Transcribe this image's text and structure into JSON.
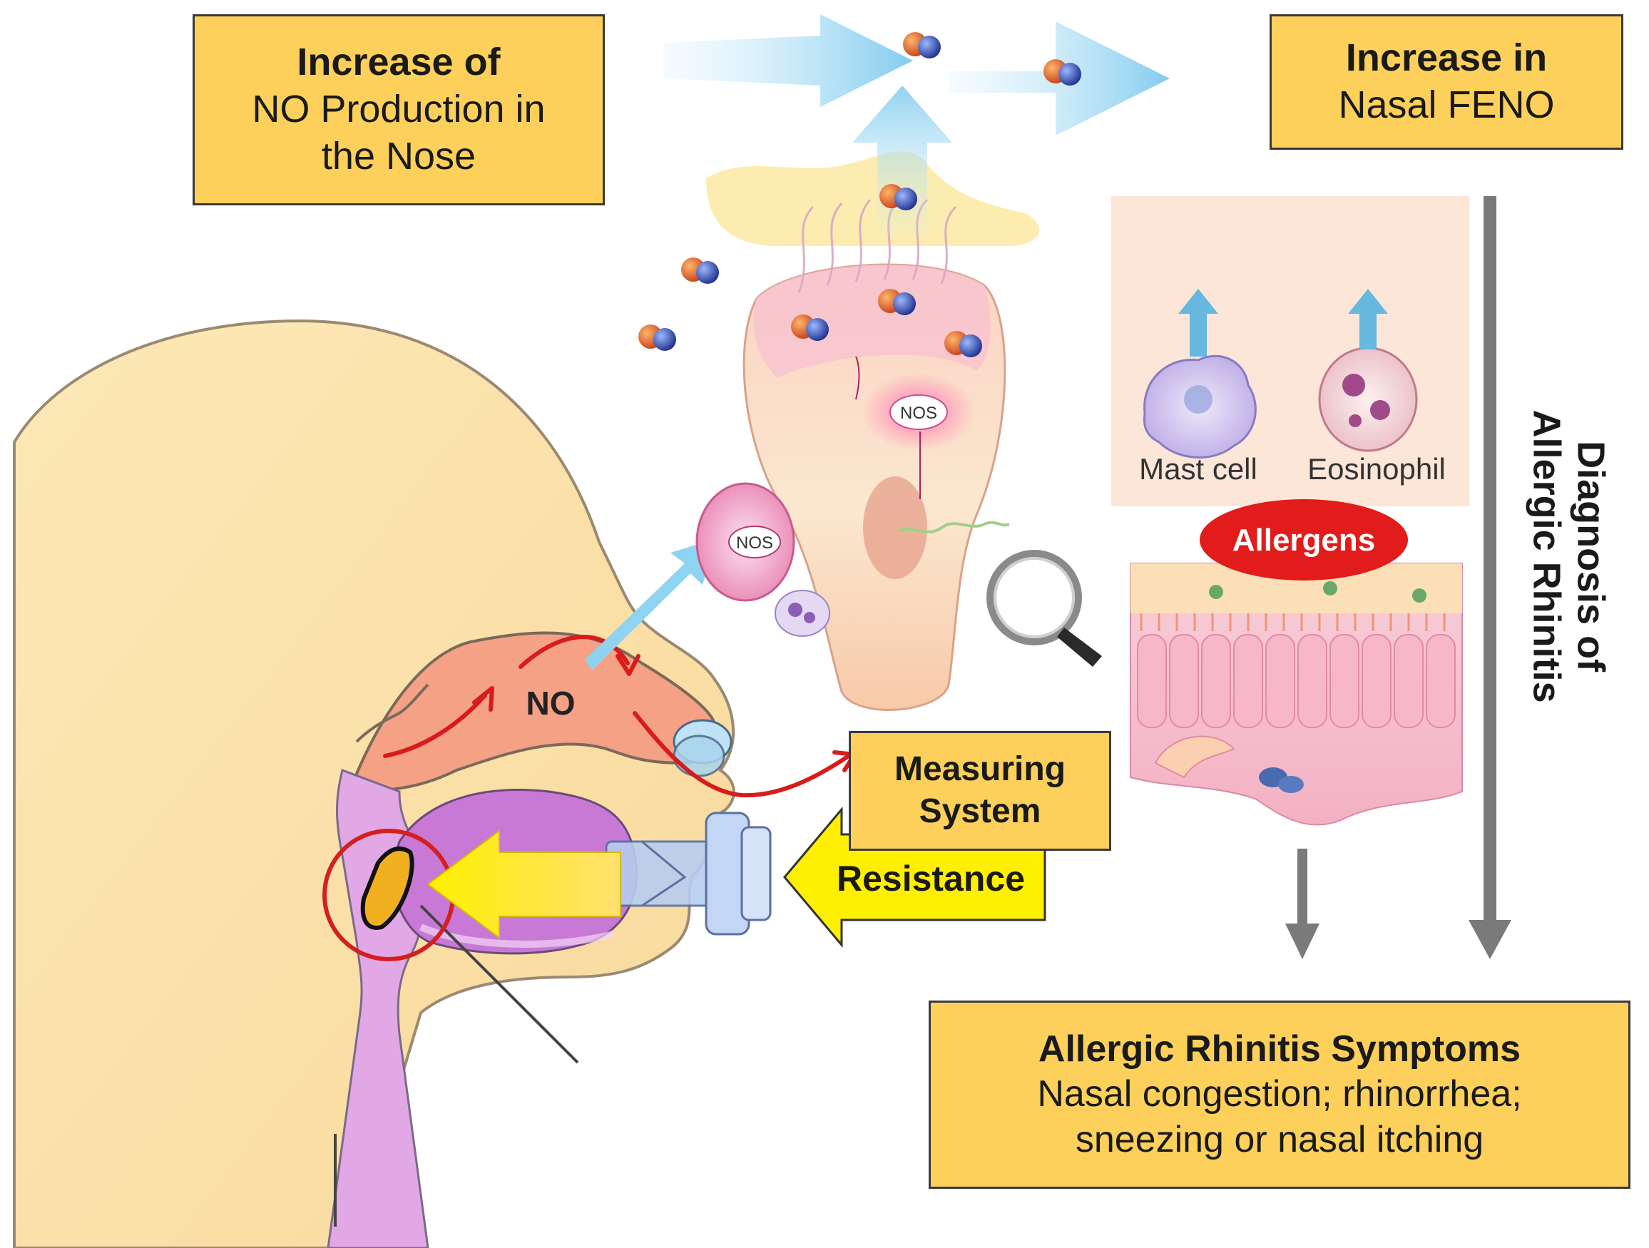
{
  "top_left_box": {
    "title": "Increase of",
    "line2": "NO Production in",
    "line3": "the Nose"
  },
  "top_right_box": {
    "title": "Increase in",
    "line2": "Nasal FENO"
  },
  "side_label": {
    "line1": "Diagnosis of",
    "line2": "Allergic Rhinitis"
  },
  "cells": {
    "mast_cell": "Mast cell",
    "eosinophil": "Eosinophil",
    "nos_cell": "NOS",
    "nos_epithelium": "NOS"
  },
  "allergens_badge": "Allergens",
  "nose_label": "NO",
  "measuring_box": {
    "line1": "Measuring",
    "line2": "System"
  },
  "resistance_label": "Resistance",
  "bottom_box": {
    "title": "Allergic Rhinitis Symptoms",
    "line2": "Nasal congestion; rhinorrhea;",
    "line3": "sneezing or nasal itching"
  },
  "colors": {
    "label_fill": "#fcd05a",
    "allergen_red": "#e21b1b",
    "flow_red": "#d81b1b",
    "arrow_blue": "#8fd3f2",
    "arrow_yellow": "#ffe600",
    "arrow_grey": "#7a7a7a"
  },
  "icons": [
    "magnifier-icon",
    "molecule-icon"
  ]
}
